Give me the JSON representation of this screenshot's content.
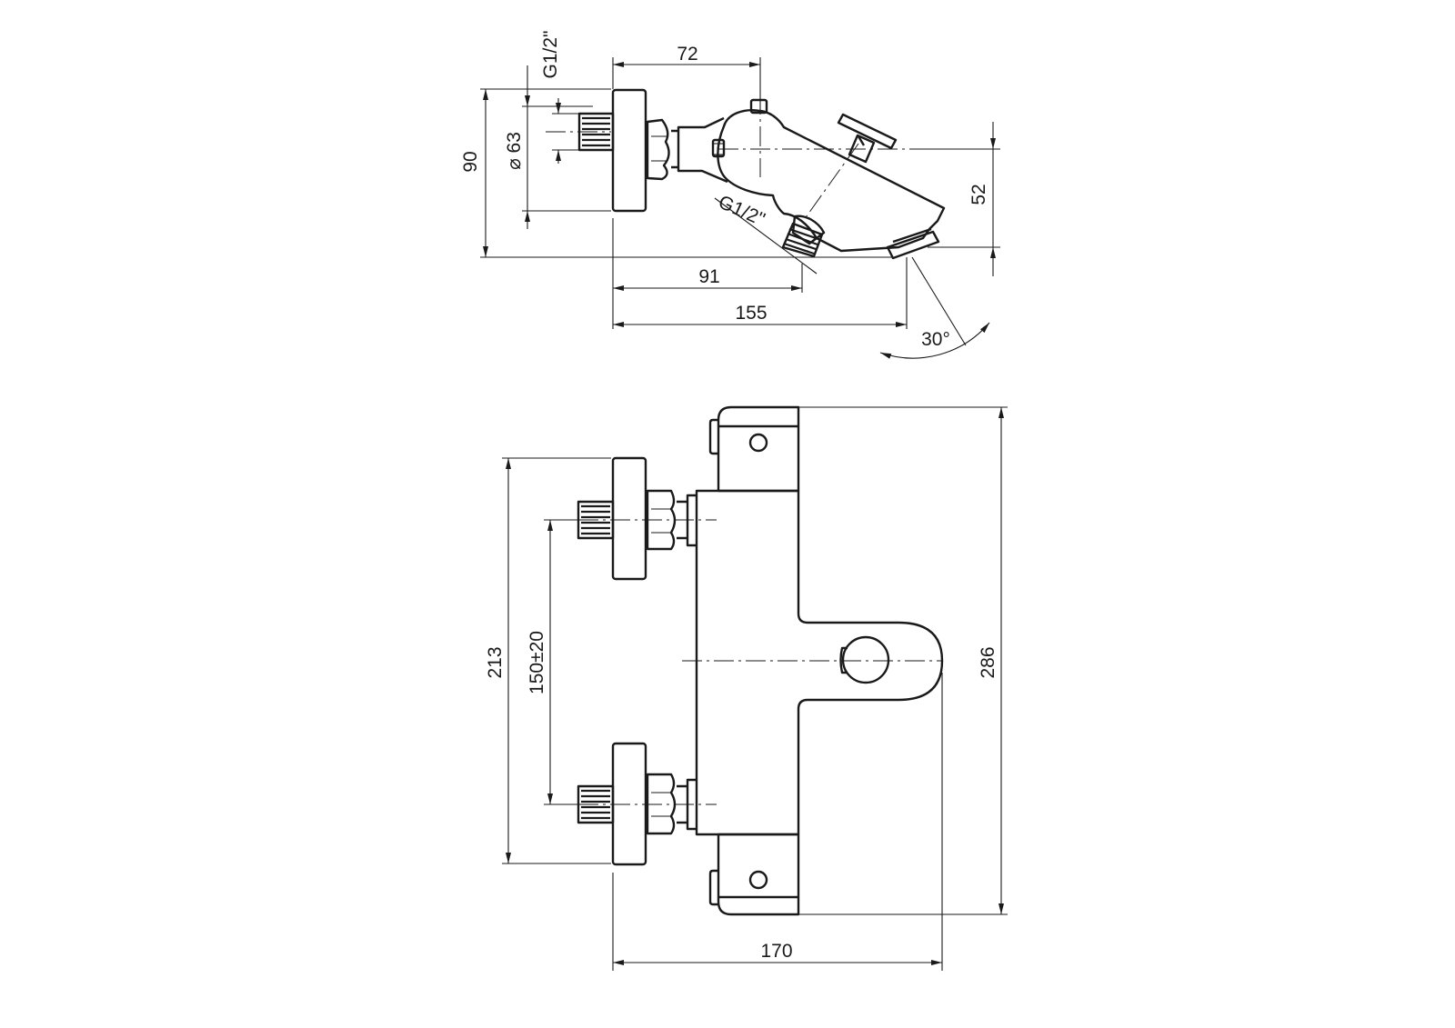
{
  "side_view": {
    "dim_width_72": "72",
    "dim_height_90": "90",
    "dim_diameter_63": "63",
    "dim_thread_inlet": "G1/2\"",
    "dim_thread_outlet": "G1/2''",
    "dim_spout_height_52": "52",
    "dim_offset_91": "91",
    "dim_depth_155": "155",
    "dim_angle_30": "30°"
  },
  "front_view": {
    "dim_height_213": "213",
    "dim_centers_150": "150±20",
    "dim_height_286": "286",
    "dim_width_170": "170"
  }
}
